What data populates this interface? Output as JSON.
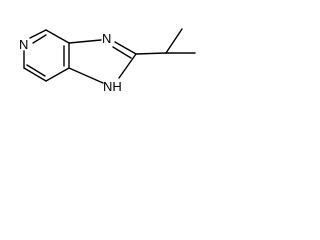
{
  "molecule": {
    "atoms": {
      "pyridine_n": "N",
      "imidazole_n3": "N",
      "imidazole_nh": "NH"
    }
  }
}
